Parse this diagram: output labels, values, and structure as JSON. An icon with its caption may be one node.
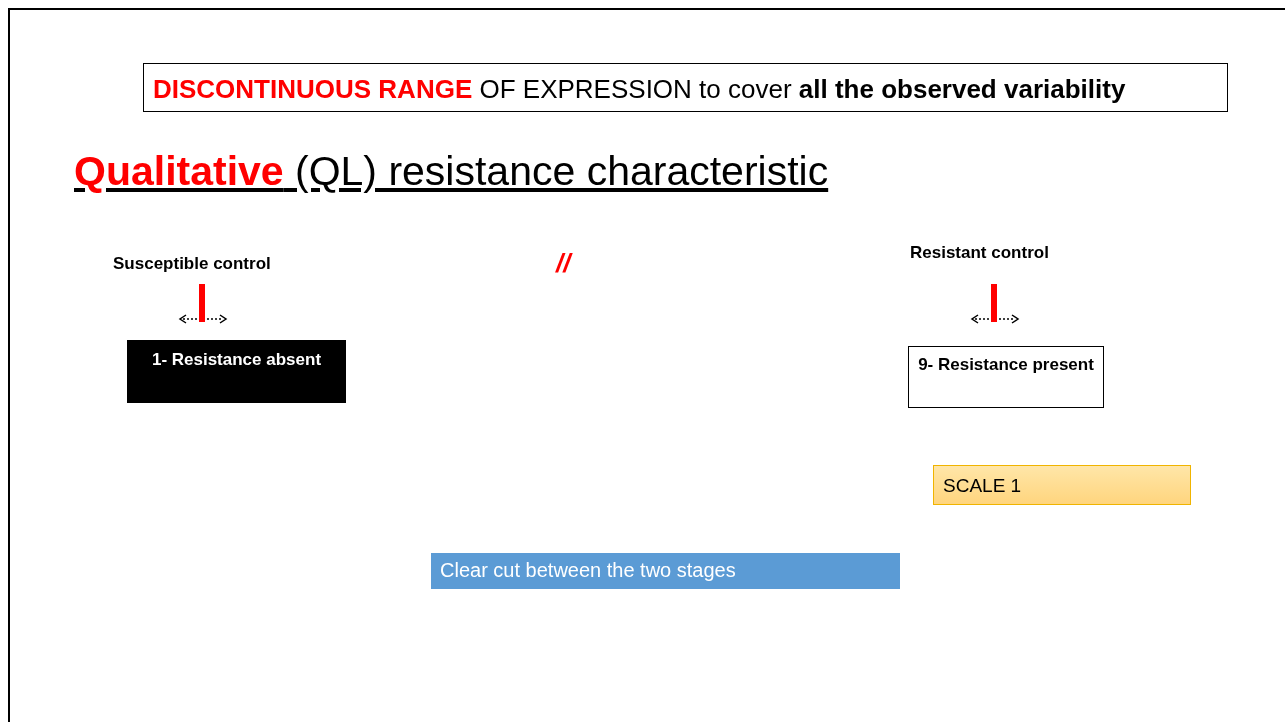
{
  "diagram": {
    "title": "**Qualitative** (QL) resistance characteristic",
    "nodes": [
      {
        "text": [
          "**DISCONTINUOUS RANGE** OF EXPRESSION to cover **all the observed variability**"
        ]
      },
      {
        "text": [
          "1- Resistance absent"
        ]
      },
      {
        "text": [
          "9- Resistance present"
        ]
      },
      {
        "text": [
          "SCALE 1"
        ]
      },
      {
        "text": [
          "Clear cut between the two stages"
        ]
      }
    ],
    "labels": [
      "Susceptible control",
      "//",
      "Resistant control"
    ]
  }
}
